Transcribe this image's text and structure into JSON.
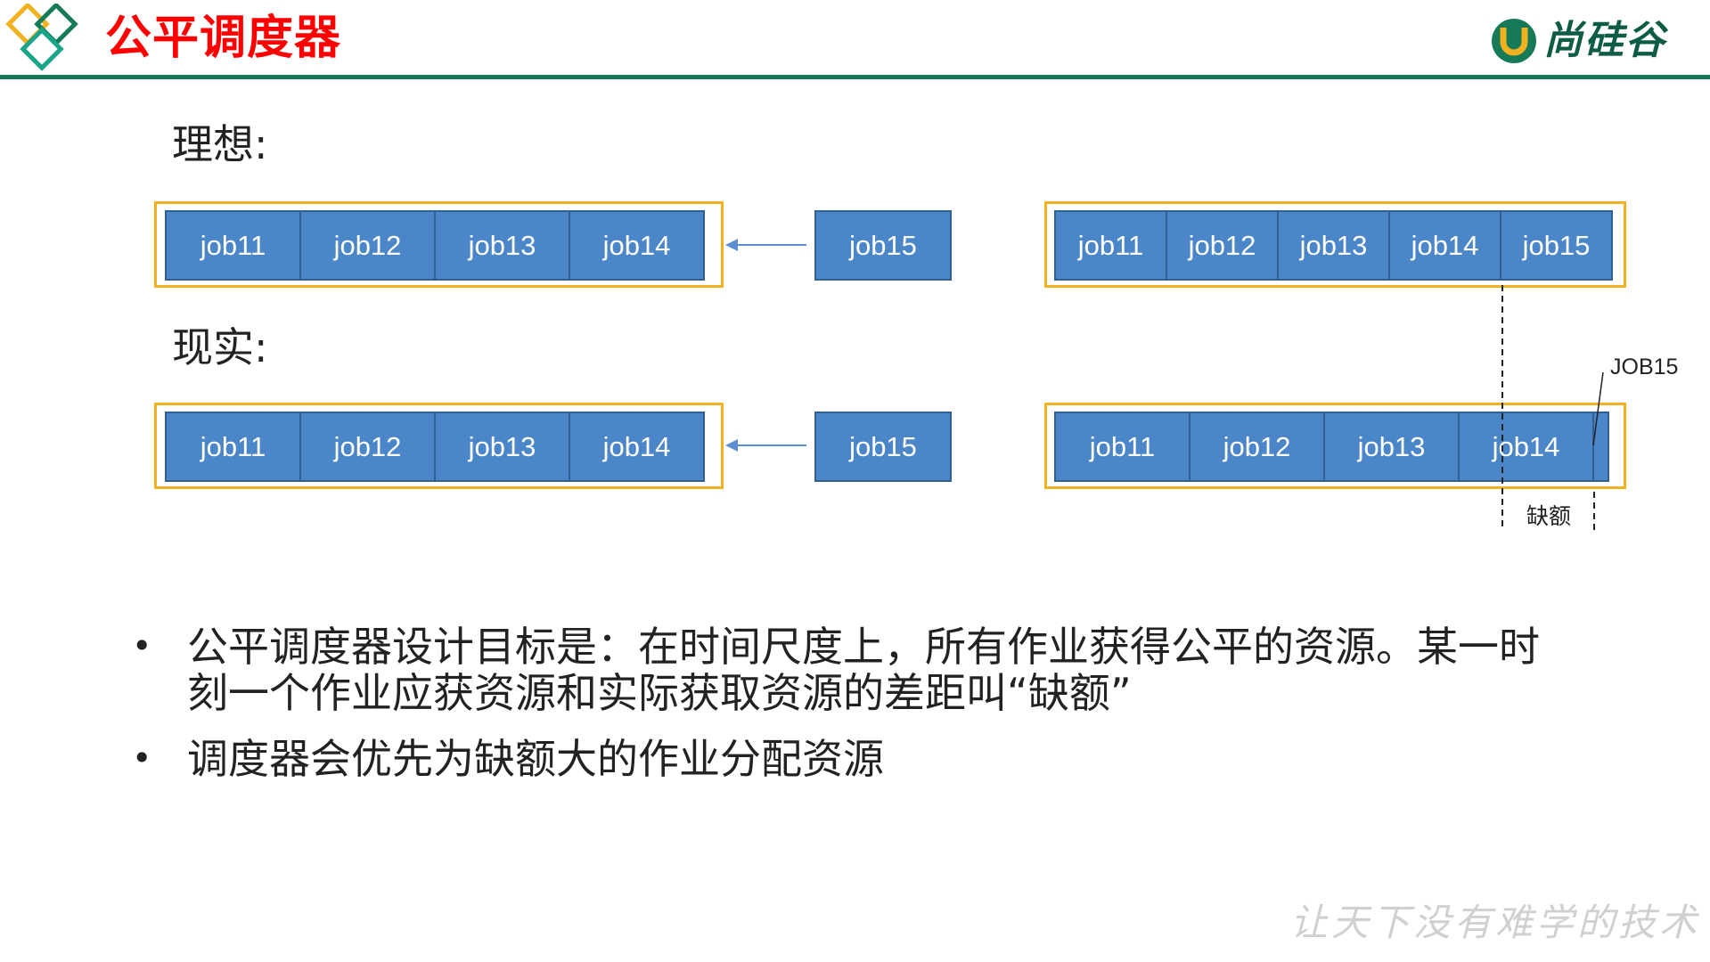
{
  "header": {
    "title": "公平调度器",
    "brand_name": "尚硅谷",
    "brand_mark": "U"
  },
  "diagram": {
    "ideal_label": "理想:",
    "reality_label": "现实:",
    "jobs": {
      "j11": "job11",
      "j12": "job12",
      "j13": "job13",
      "j14": "job14",
      "j15": "job15"
    },
    "job15_callout": "JOB15",
    "deficit_label": "缺额"
  },
  "bullets": [
    "公平调度器设计目标是：在时间尺度上，所有作业获得公平的资源。某一时刻一个作业应获资源和实际获取资源的差距叫“缺额”",
    "调度器会优先为缺额大的作业分配资源"
  ],
  "footer": {
    "motto": "让天下没有难学的技术"
  },
  "colors": {
    "title": "#ff0000",
    "header_rule": "#167a59",
    "brand": "#0f5c46",
    "job_fill": "#4a86c8",
    "job_border": "#2f5f93",
    "frame": "#f2b21f",
    "arrow": "#5b8fd0"
  },
  "icons": {
    "logo": "diamond-logo-icon",
    "arrow": "left-arrow-icon",
    "bullet": "bullet-dot-icon"
  }
}
